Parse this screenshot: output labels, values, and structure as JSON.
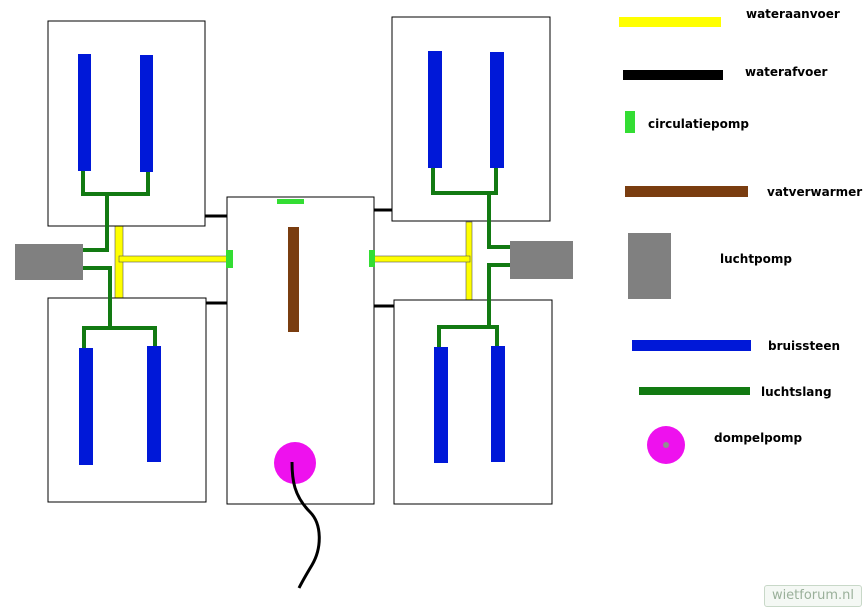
{
  "legend": {
    "wateraanvoer": "wateraanvoer",
    "waterafvoer": "waterafvoer",
    "circulatiepomp": "circulatiepomp",
    "vatverwarmer": "vatverwarmer",
    "luchtpomp": "luchtpomp",
    "bruissteen": "bruissteen",
    "luchtslang": "luchtslang",
    "dompelpomp": "dompelpomp"
  },
  "colors": {
    "wateraanvoer": "#ffff00",
    "waterafvoer": "#000000",
    "circulatiepomp": "#33dd33",
    "vatverwarmer": "#7a3d10",
    "luchtpomp": "#808080",
    "bruissteen": "#0018d8",
    "luchtslang": "#127a12",
    "dompelpomp": "#ee11ee"
  },
  "watermark": "wietforum.nl"
}
